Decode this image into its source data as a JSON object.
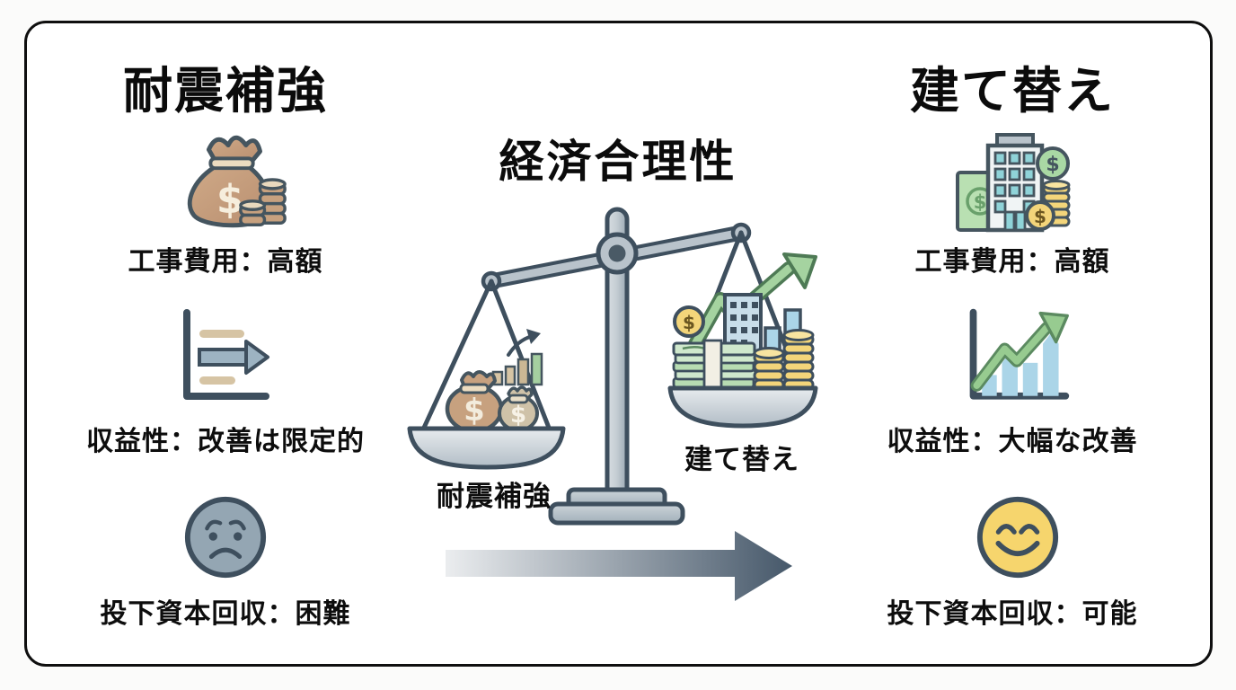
{
  "left_panel": {
    "title": "耐震補強",
    "items": [
      {
        "icon": "money-bag-icon",
        "label": "工事費用：高額"
      },
      {
        "icon": "flat-trend-chart-icon",
        "label": "収益性：改善は限定的"
      },
      {
        "icon": "sad-face-icon",
        "label": "投下資本回収：困難"
      }
    ]
  },
  "center": {
    "title": "経済合理性",
    "scale": {
      "icon": "balance-scale-icon",
      "left_pan_label": "耐震補強",
      "right_pan_label": "建て替え",
      "direction_icon": "gradient-right-arrow-icon"
    }
  },
  "right_panel": {
    "title": "建て替え",
    "items": [
      {
        "icon": "building-money-icon",
        "label": "工事費用：高額"
      },
      {
        "icon": "growth-chart-icon",
        "label": "収益性：大幅な改善"
      },
      {
        "icon": "smiley-face-icon",
        "label": "投下資本回収：可能"
      }
    ]
  },
  "colors": {
    "outline_dark": "#3e4f5e",
    "metal_gray": "#b9c3cb",
    "bag_tan": "#c7a17f",
    "bag_light": "#cfc2a8",
    "beige_bar": "#d6c4a4",
    "steel_arrow": "#9db3c2",
    "sad_face": "#94a6b3",
    "happy_face": "#f6d56d",
    "green_arrow": "#97cb90",
    "green_dark": "#5b8a60",
    "bill_green": "#cfe8cc",
    "blue_bar": "#abd5e8",
    "coin_yellow": "#f3d57a",
    "frame_border": "#0f0f0f"
  }
}
